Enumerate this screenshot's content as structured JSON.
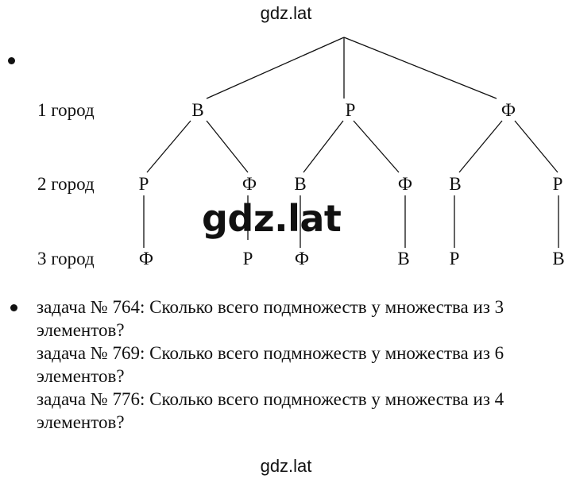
{
  "watermark_top": "gdz.lat",
  "watermark_center": "gdz.lat",
  "watermark_bottom": "gdz.lat",
  "tree": {
    "level_labels": [
      "1 город",
      "2 город",
      "3 город"
    ],
    "level1": [
      "В",
      "Р",
      "Ф"
    ],
    "level2": [
      "Р",
      "Ф",
      "В",
      "Ф",
      "В",
      "Р"
    ],
    "level3": [
      "Ф",
      "Р",
      "Ф",
      "В",
      "Р",
      "В"
    ]
  },
  "tasks": [
    {
      "line1": "задача № 764: Сколько всего подмножеств у множества из 3",
      "line2": "элементов?"
    },
    {
      "line1": "задача № 769: Сколько всего подмножеств у множества из 6",
      "line2": "элементов?"
    },
    {
      "line1": "задача № 776: Сколько всего подмножеств у множества из 4",
      "line2": "элементов?"
    }
  ]
}
